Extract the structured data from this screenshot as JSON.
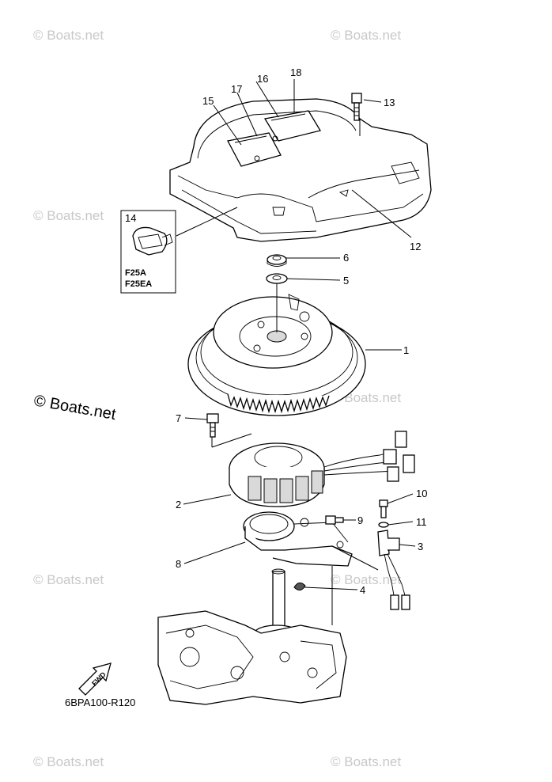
{
  "watermark": {
    "text": "© Boats.net"
  },
  "callouts": {
    "c1": "1",
    "c2": "2",
    "c3": "3",
    "c4": "4",
    "c5": "5",
    "c6": "6",
    "c7": "7",
    "c8": "8",
    "c9": "9",
    "c10": "10",
    "c11": "11",
    "c12": "12",
    "c13": "13",
    "c14": "14",
    "c15": "15",
    "c16": "16",
    "c17": "17",
    "c18": "18"
  },
  "inset": {
    "model_line1": "F25A",
    "model_line2": "F25EA"
  },
  "fwd_label": "FWD",
  "diagram_code": "6BPA100-R120"
}
